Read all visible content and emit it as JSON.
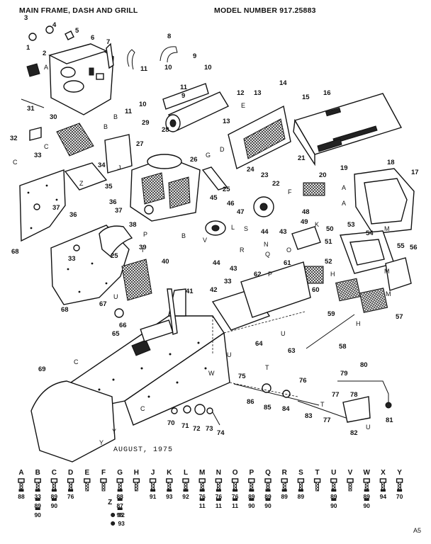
{
  "header": {
    "title": "MAIN FRAME, DASH AND GRILL",
    "model": "MODEL NUMBER 917.25883"
  },
  "date": "AUGUST, 1975",
  "footer": "A5",
  "callouts": [
    {
      "id": "c1",
      "text": "1"
    },
    {
      "id": "c2",
      "text": "2"
    },
    {
      "id": "c3",
      "text": "3"
    },
    {
      "id": "c4",
      "text": "4"
    },
    {
      "id": "c5",
      "text": "5"
    },
    {
      "id": "c6",
      "text": "6"
    },
    {
      "id": "c7",
      "text": "7"
    },
    {
      "id": "c8",
      "text": "8"
    },
    {
      "id": "c9a",
      "text": "9"
    },
    {
      "id": "c9b",
      "text": "9"
    },
    {
      "id": "c10a",
      "text": "10"
    },
    {
      "id": "c10b",
      "text": "10"
    },
    {
      "id": "c10c",
      "text": "10"
    },
    {
      "id": "c11a",
      "text": "11"
    },
    {
      "id": "c11b",
      "text": "11"
    },
    {
      "id": "c11c",
      "text": "11"
    },
    {
      "id": "c12",
      "text": "12"
    },
    {
      "id": "c13a",
      "text": "13"
    },
    {
      "id": "c13b",
      "text": "13"
    },
    {
      "id": "c14",
      "text": "14"
    },
    {
      "id": "c15",
      "text": "15"
    },
    {
      "id": "c16",
      "text": "16"
    },
    {
      "id": "c17",
      "text": "17"
    },
    {
      "id": "c18",
      "text": "18"
    },
    {
      "id": "c19",
      "text": "19"
    },
    {
      "id": "c20",
      "text": "20"
    },
    {
      "id": "c21",
      "text": "21"
    },
    {
      "id": "c22",
      "text": "22"
    },
    {
      "id": "c23",
      "text": "23"
    },
    {
      "id": "c24",
      "text": "24"
    },
    {
      "id": "c25a",
      "text": "25"
    },
    {
      "id": "c25b",
      "text": "25"
    },
    {
      "id": "c26",
      "text": "26"
    },
    {
      "id": "c27",
      "text": "27"
    },
    {
      "id": "c28",
      "text": "28"
    },
    {
      "id": "c29",
      "text": "29"
    },
    {
      "id": "c30",
      "text": "30"
    },
    {
      "id": "c31",
      "text": "31"
    },
    {
      "id": "c32",
      "text": "32"
    },
    {
      "id": "c33a",
      "text": "33"
    },
    {
      "id": "c33b",
      "text": "33"
    },
    {
      "id": "c33c",
      "text": "33"
    },
    {
      "id": "c34",
      "text": "34"
    },
    {
      "id": "c35",
      "text": "35"
    },
    {
      "id": "c36a",
      "text": "36"
    },
    {
      "id": "c36b",
      "text": "36"
    },
    {
      "id": "c37a",
      "text": "37"
    },
    {
      "id": "c37b",
      "text": "37"
    },
    {
      "id": "c38",
      "text": "38"
    },
    {
      "id": "c39",
      "text": "39"
    },
    {
      "id": "c40",
      "text": "40"
    },
    {
      "id": "c41",
      "text": "41"
    },
    {
      "id": "c42",
      "text": "42"
    },
    {
      "id": "c43a",
      "text": "43"
    },
    {
      "id": "c43b",
      "text": "43"
    },
    {
      "id": "c44a",
      "text": "44"
    },
    {
      "id": "c44b",
      "text": "44"
    },
    {
      "id": "c45",
      "text": "45"
    },
    {
      "id": "c46",
      "text": "46"
    },
    {
      "id": "c47",
      "text": "47"
    },
    {
      "id": "c48",
      "text": "48"
    },
    {
      "id": "c49",
      "text": "49"
    },
    {
      "id": "c50",
      "text": "50"
    },
    {
      "id": "c51",
      "text": "51"
    },
    {
      "id": "c52",
      "text": "52"
    },
    {
      "id": "c53",
      "text": "53"
    },
    {
      "id": "c54",
      "text": "54"
    },
    {
      "id": "c55",
      "text": "55"
    },
    {
      "id": "c56",
      "text": "56"
    },
    {
      "id": "c57",
      "text": "57"
    },
    {
      "id": "c58",
      "text": "58"
    },
    {
      "id": "c59",
      "text": "59"
    },
    {
      "id": "c60",
      "text": "60"
    },
    {
      "id": "c61",
      "text": "61"
    },
    {
      "id": "c62",
      "text": "62"
    },
    {
      "id": "c63",
      "text": "63"
    },
    {
      "id": "c64",
      "text": "64"
    },
    {
      "id": "c65",
      "text": "65"
    },
    {
      "id": "c66",
      "text": "66"
    },
    {
      "id": "c67",
      "text": "67"
    },
    {
      "id": "c68a",
      "text": "68"
    },
    {
      "id": "c68b",
      "text": "68"
    },
    {
      "id": "c69",
      "text": "69"
    },
    {
      "id": "c70",
      "text": "70"
    },
    {
      "id": "c71",
      "text": "71"
    },
    {
      "id": "c72",
      "text": "72"
    },
    {
      "id": "c73",
      "text": "73"
    },
    {
      "id": "c74",
      "text": "74"
    },
    {
      "id": "c75",
      "text": "75"
    },
    {
      "id": "c76",
      "text": "76"
    },
    {
      "id": "c77a",
      "text": "77"
    },
    {
      "id": "c77b",
      "text": "77"
    },
    {
      "id": "c78",
      "text": "78"
    },
    {
      "id": "c79",
      "text": "79"
    },
    {
      "id": "c80",
      "text": "80"
    },
    {
      "id": "c81",
      "text": "81"
    },
    {
      "id": "c82",
      "text": "82"
    },
    {
      "id": "c83",
      "text": "83"
    },
    {
      "id": "c84",
      "text": "84"
    },
    {
      "id": "c85",
      "text": "85"
    },
    {
      "id": "c86",
      "text": "86"
    }
  ],
  "letters": [
    {
      "id": "lA1",
      "text": "A"
    },
    {
      "id": "lA2",
      "text": "A"
    },
    {
      "id": "lA3",
      "text": "A"
    },
    {
      "id": "lB1",
      "text": "B"
    },
    {
      "id": "lB2",
      "text": "B"
    },
    {
      "id": "lB3",
      "text": "B"
    },
    {
      "id": "lC1",
      "text": "C"
    },
    {
      "id": "lC2",
      "text": "C"
    },
    {
      "id": "lC3",
      "text": "C"
    },
    {
      "id": "lC4",
      "text": "C"
    },
    {
      "id": "lD",
      "text": "D"
    },
    {
      "id": "lE",
      "text": "E"
    },
    {
      "id": "lF",
      "text": "F"
    },
    {
      "id": "lG",
      "text": "G"
    },
    {
      "id": "lH1",
      "text": "H"
    },
    {
      "id": "lH2",
      "text": "H"
    },
    {
      "id": "lI",
      "text": "I"
    },
    {
      "id": "lJ",
      "text": "J"
    },
    {
      "id": "lK",
      "text": "K"
    },
    {
      "id": "lL",
      "text": "L"
    },
    {
      "id": "lM1",
      "text": "M"
    },
    {
      "id": "lM2",
      "text": "M"
    },
    {
      "id": "lM3",
      "text": "M"
    },
    {
      "id": "lN",
      "text": "N"
    },
    {
      "id": "lO",
      "text": "O"
    },
    {
      "id": "lP1",
      "text": "P"
    },
    {
      "id": "lP2",
      "text": "P"
    },
    {
      "id": "lQ",
      "text": "Q"
    },
    {
      "id": "lR",
      "text": "R"
    },
    {
      "id": "lS",
      "text": "S"
    },
    {
      "id": "lT1",
      "text": "T"
    },
    {
      "id": "lT2",
      "text": "T"
    },
    {
      "id": "lU1",
      "text": "U"
    },
    {
      "id": "lU2",
      "text": "U"
    },
    {
      "id": "lU3",
      "text": "U"
    },
    {
      "id": "lU4",
      "text": "U"
    },
    {
      "id": "lV",
      "text": "V"
    },
    {
      "id": "lW",
      "text": "W"
    },
    {
      "id": "lY1",
      "text": "Y"
    },
    {
      "id": "lY2",
      "text": "Y"
    },
    {
      "id": "lZ",
      "text": "Z"
    }
  ],
  "hardware": [
    {
      "key": "A",
      "numbers": [
        "88"
      ]
    },
    {
      "key": "B",
      "numbers": [
        "33",
        "89",
        "90"
      ]
    },
    {
      "key": "C",
      "numbers": [
        "89",
        "90"
      ]
    },
    {
      "key": "D",
      "numbers": [
        "76"
      ]
    },
    {
      "key": "E",
      "numbers": []
    },
    {
      "key": "F",
      "numbers": []
    },
    {
      "key": "G",
      "numbers": [
        "88",
        "87",
        "95"
      ]
    },
    {
      "key": "H",
      "numbers": []
    },
    {
      "key": "J",
      "numbers": [
        "91"
      ]
    },
    {
      "key": "K",
      "numbers": [
        "93"
      ]
    },
    {
      "key": "L",
      "numbers": [
        "92"
      ]
    },
    {
      "key": "M",
      "numbers": [
        "76",
        "11"
      ]
    },
    {
      "key": "N",
      "numbers": [
        "76",
        "11"
      ]
    },
    {
      "key": "O",
      "numbers": [
        "76",
        "11"
      ]
    },
    {
      "key": "P",
      "numbers": [
        "89",
        "90"
      ]
    },
    {
      "key": "Q",
      "numbers": [
        "89",
        "90"
      ]
    },
    {
      "key": "R",
      "numbers": [
        "89"
      ]
    },
    {
      "key": "S",
      "numbers": [
        "89"
      ]
    },
    {
      "key": "T",
      "numbers": []
    },
    {
      "key": "U",
      "numbers": [
        "89",
        "90"
      ]
    },
    {
      "key": "V",
      "numbers": []
    },
    {
      "key": "W",
      "numbers": [
        "89",
        "90"
      ]
    },
    {
      "key": "X",
      "numbers": [
        "94"
      ]
    },
    {
      "key": "Y",
      "numbers": [
        "70"
      ]
    }
  ],
  "hardware_z": {
    "key": "Z",
    "numbers": [
      "92",
      "93"
    ]
  }
}
